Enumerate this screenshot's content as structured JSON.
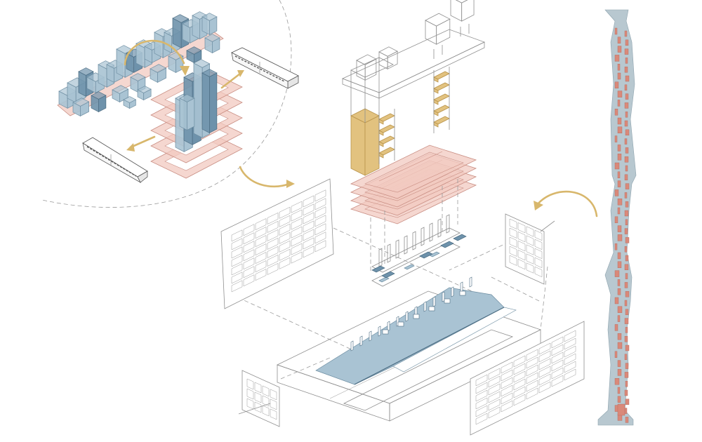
{
  "diagram": {
    "type": "exploded-axonometric-architectural-diagram",
    "colors": {
      "background": "#ffffff",
      "linework": "#8f8f8f",
      "circulation_pink": "#f1c9c0",
      "program_blue": "#a9c3d3",
      "program_blue_dark": "#6e92ab",
      "vertical_core_gold": "#e2c27f",
      "arrow_gold": "#d8b76c",
      "site_strip_gray": "#b8c8d0",
      "site_strip_red": "#d9897a"
    },
    "components": [
      "city-context-block-model",
      "high-speed-train",
      "stacked-floor-plates",
      "rooftop-pavilions",
      "vertical-core",
      "exploded-floor-slabs",
      "interior-program-cells",
      "ground-floor-plan",
      "podium-block",
      "facade-panels",
      "site-strip-plan"
    ]
  }
}
